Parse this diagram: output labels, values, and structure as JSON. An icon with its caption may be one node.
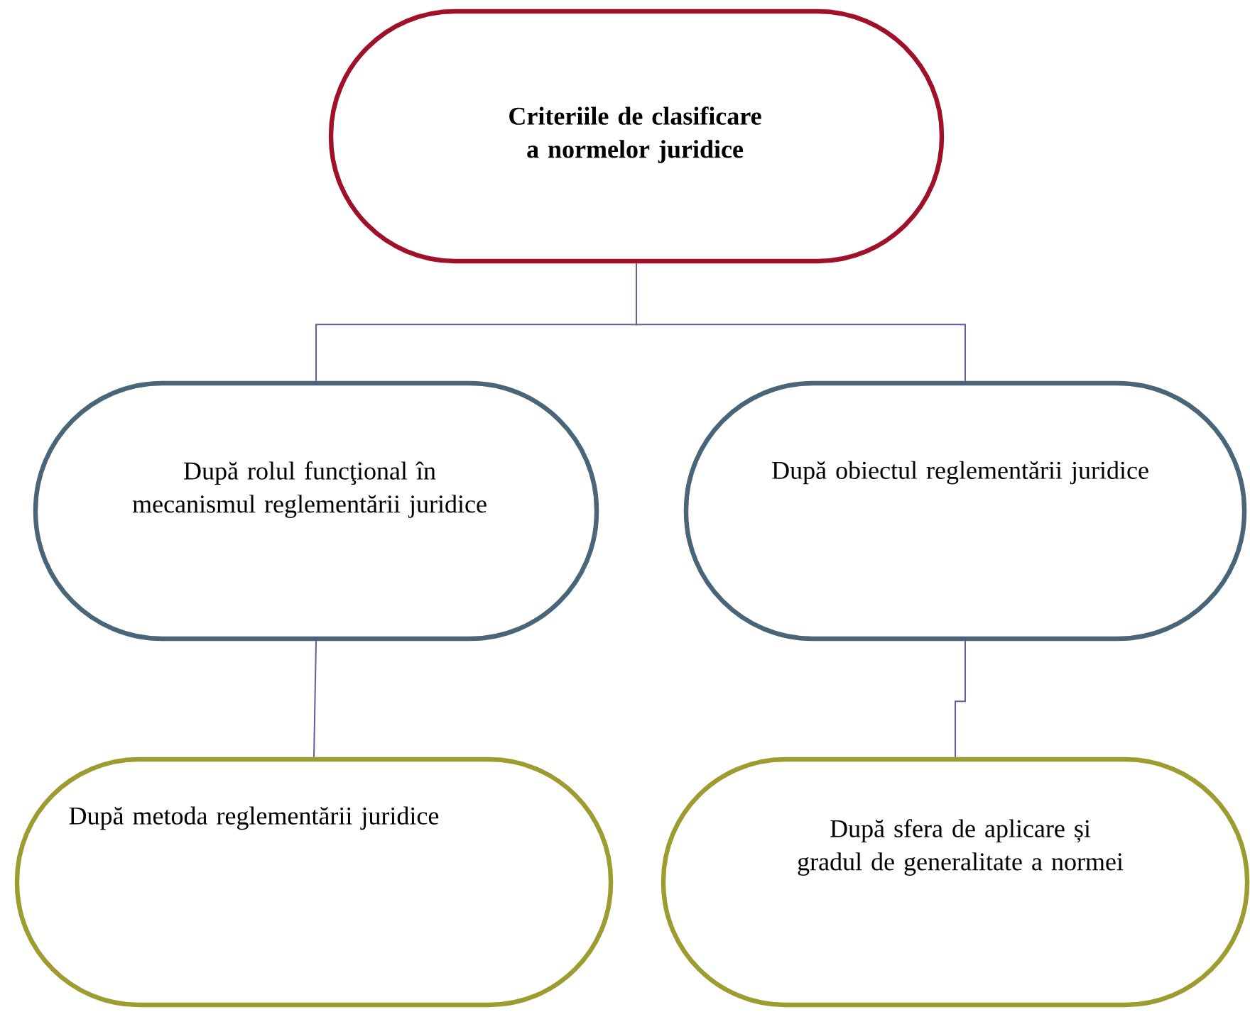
{
  "diagram": {
    "nodes": [
      {
        "text": [
          "Criteriile de clasificare a normelor juridice"
        ]
      },
      {
        "text": [
          "După rolul funcţional în mecanismul reglementării juridice"
        ]
      },
      {
        "text": [
          "După obiectul reglementării juridice"
        ]
      },
      {
        "text": [
          "După metoda reglementării juridice"
        ]
      },
      {
        "text": [
          "După sfera de aplicare și gradul de generalitate a normei"
        ]
      }
    ],
    "edges": [
      {
        "from": 0,
        "to": 1,
        "arrow": "none"
      },
      {
        "from": 0,
        "to": 2,
        "arrow": "none"
      },
      {
        "from": 1,
        "to": 3,
        "arrow": "none"
      },
      {
        "from": 2,
        "to": 4,
        "arrow": "none"
      }
    ]
  }
}
